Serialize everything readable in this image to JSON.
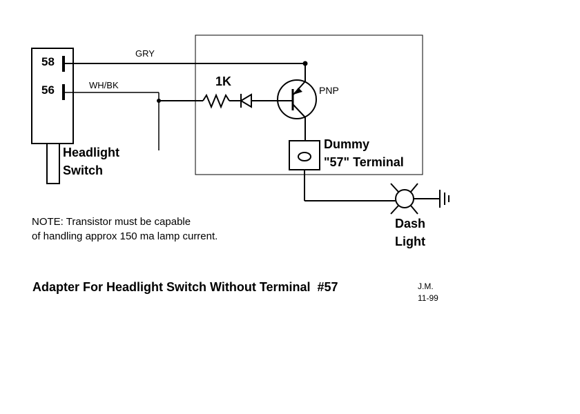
{
  "switch": {
    "pin_58": "58",
    "pin_56": "56",
    "name_line1": "Headlight",
    "name_line2": "Switch"
  },
  "wires": {
    "gry": "GRY",
    "whbk": "WH/BK"
  },
  "components": {
    "resistor": "1K",
    "transistor": "PNP",
    "dummy_line1": "Dummy",
    "dummy_line2": "\"57\" Terminal",
    "lamp_line1": "Dash",
    "lamp_line2": "Light"
  },
  "note": {
    "line1": "NOTE: Transistor must be capable",
    "line2": "of handling approx 150 ma lamp current."
  },
  "title": "Adapter For Headlight Switch Without Terminal  #57",
  "author": {
    "initials": "J.M.",
    "date": "11-99"
  },
  "colors": {
    "ink": "#000000",
    "background": "#ffffff"
  }
}
